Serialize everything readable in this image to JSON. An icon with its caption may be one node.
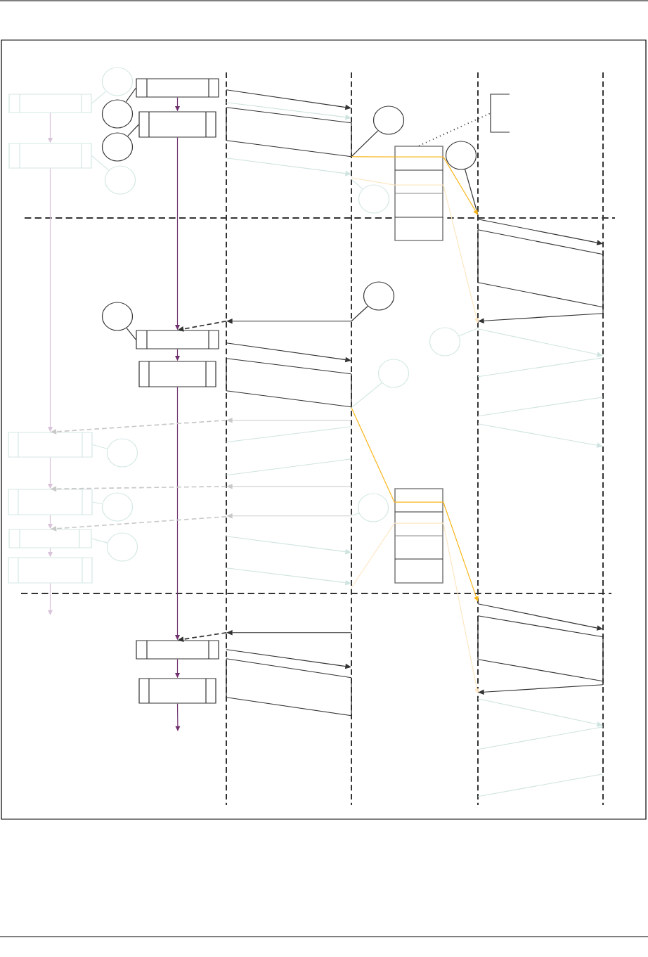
{
  "diagram": {
    "nodes": [
      {
        "text": [],
        "shape": "line"
      },
      {
        "text": [],
        "shape": "line"
      },
      {
        "text": [],
        "shape": "line"
      },
      {
        "text": [],
        "shape": "line"
      },
      {
        "text": [],
        "shape": "circle"
      },
      {
        "text": [],
        "shape": "box"
      },
      {
        "text": [],
        "shape": "box"
      },
      {
        "text": [],
        "shape": "bracket"
      },
      {
        "text": [],
        "shape": "circle"
      },
      {
        "text": [],
        "shape": "box"
      },
      {
        "text": [],
        "shape": "circle"
      },
      {
        "text": [],
        "shape": "circle"
      },
      {
        "text": [],
        "shape": "box"
      },
      {
        "text": [],
        "shape": "box"
      },
      {
        "text": [],
        "shape": "circle"
      },
      {
        "text": [],
        "shape": "circle"
      },
      {
        "text": [],
        "shape": "circle"
      },
      {
        "text": [],
        "shape": "circle"
      },
      {
        "text": [],
        "shape": "circle"
      },
      {
        "text": [],
        "shape": "box"
      },
      {
        "text": [],
        "shape": "circle"
      },
      {
        "text": [],
        "shape": "box"
      },
      {
        "text": [],
        "shape": "circle"
      },
      {
        "text": [],
        "shape": "box"
      },
      {
        "text": [],
        "shape": "circle"
      },
      {
        "text": [],
        "shape": "box"
      },
      {
        "text": [],
        "shape": "box"
      },
      {
        "text": [],
        "shape": "circle"
      },
      {
        "text": [],
        "shape": "circle"
      },
      {
        "text": [],
        "shape": "box"
      },
      {
        "text": [],
        "shape": "circle"
      },
      {
        "text": [],
        "shape": "box"
      },
      {
        "text": [],
        "shape": "box"
      },
      {
        "text": [],
        "shape": "box"
      }
    ],
    "edges": [
      {
        "from": 5,
        "to": 9,
        "arrow": "to",
        "color": "#6e2f6c"
      },
      {
        "from": 9,
        "to": 19,
        "arrow": "to",
        "color": "#6e2f6c"
      },
      {
        "from": 19,
        "to": 21,
        "arrow": "to",
        "color": "#6e2f6c"
      },
      {
        "from": 21,
        "to": 32,
        "arrow": "to",
        "color": "#6e2f6c"
      },
      {
        "from": 32,
        "to": 33,
        "arrow": "to",
        "color": "#6e2f6c"
      },
      {
        "from": 33,
        "to": null,
        "arrow": "to",
        "color": "#6e2f6c"
      },
      {
        "from": 6,
        "to": 12,
        "arrow": "to",
        "color": "#d9c3d9"
      },
      {
        "from": 12,
        "to": 23,
        "arrow": "to",
        "color": "#d9c3d9"
      },
      {
        "from": 23,
        "to": 26,
        "arrow": "to",
        "color": "#d9c3d9"
      },
      {
        "from": 26,
        "to": 29,
        "arrow": "to",
        "color": "#d9c3d9"
      },
      {
        "from": 29,
        "to": 31,
        "arrow": "to",
        "color": "#d9c3d9"
      },
      {
        "from": 31,
        "to": null,
        "arrow": "to",
        "color": "#d9c3d9"
      },
      {
        "from": 4,
        "to": 6,
        "arrow": "none",
        "color": "#d3e8e4"
      },
      {
        "from": 8,
        "to": 5,
        "arrow": "none"
      },
      {
        "from": 11,
        "to": 9,
        "arrow": "none"
      },
      {
        "from": 10,
        "to": 1,
        "arrow": "none"
      },
      {
        "from": 14,
        "to": 2,
        "arrow": "none"
      },
      {
        "from": 15,
        "to": 12,
        "arrow": "none",
        "color": "#d3e8e4"
      },
      {
        "from": 16,
        "to": 1,
        "arrow": "none",
        "color": "#d3e8e4"
      },
      {
        "from": 17,
        "to": 1,
        "arrow": "none"
      },
      {
        "from": 18,
        "to": 19,
        "arrow": "none"
      },
      {
        "from": 20,
        "to": 2,
        "arrow": "none",
        "color": "#d3e8e4"
      },
      {
        "from": 22,
        "to": 1,
        "arrow": "none",
        "color": "#d3e8e4"
      },
      {
        "from": 24,
        "to": 23,
        "arrow": "none",
        "color": "#d3e8e4"
      },
      {
        "from": 27,
        "to": 26,
        "arrow": "none",
        "color": "#d3e8e4"
      },
      {
        "from": 28,
        "to": 1,
        "arrow": "none",
        "color": "#d3e8e4"
      },
      {
        "from": 30,
        "to": 29,
        "arrow": "none",
        "color": "#d3e8e4"
      },
      {
        "from": 0,
        "to": 19,
        "arrow": "to",
        "style": "dashed"
      },
      {
        "from": 0,
        "to": 23,
        "arrow": "to",
        "style": "dashed",
        "color": "#c9c9c9"
      },
      {
        "from": 0,
        "to": 26,
        "arrow": "to",
        "style": "dashed",
        "color": "#c9c9c9"
      },
      {
        "from": 0,
        "to": 29,
        "arrow": "to",
        "style": "dashed",
        "color": "#c9c9c9"
      },
      {
        "from": 0,
        "to": 32,
        "arrow": "to",
        "style": "dashed"
      },
      {
        "from": 1,
        "to": 13,
        "arrow": "none",
        "color": "#f9b61a"
      },
      {
        "from": 13,
        "to": 2,
        "arrow": "to",
        "color": "#f9b61a"
      },
      {
        "from": 1,
        "to": 13,
        "arrow": "none",
        "color": "#fde7c3"
      },
      {
        "from": 13,
        "to": 2,
        "arrow": "to",
        "color": "#fde7c3"
      },
      {
        "from": 1,
        "to": 25,
        "arrow": "none",
        "color": "#f9b61a"
      },
      {
        "from": 25,
        "to": 2,
        "arrow": "to",
        "color": "#f9b61a"
      },
      {
        "from": 1,
        "to": 25,
        "arrow": "none",
        "color": "#fde7c3"
      },
      {
        "from": 25,
        "to": 2,
        "arrow": "to",
        "color": "#fde7c3"
      },
      {
        "from": 13,
        "to": 7,
        "arrow": "none",
        "style": "dashed"
      },
      {
        "from": 0,
        "to": 1,
        "arrow": "to"
      },
      {
        "from": 0,
        "to": 1,
        "arrow": "to",
        "color": "#cfe4e0"
      },
      {
        "from": 0,
        "to": 1,
        "arrow": "to",
        "color": "#cfe4e0"
      },
      {
        "from": 1,
        "to": 0,
        "arrow": "to"
      },
      {
        "from": 0,
        "to": 1,
        "arrow": "to"
      },
      {
        "from": 1,
        "to": 0,
        "arrow": "to",
        "color": "#c9c9c9"
      },
      {
        "from": 1,
        "to": 0,
        "arrow": "to",
        "color": "#c9c9c9"
      },
      {
        "from": 1,
        "to": 0,
        "arrow": "to",
        "color": "#c9c9c9"
      },
      {
        "from": 0,
        "to": 1,
        "arrow": "to",
        "color": "#cfe4e0"
      },
      {
        "from": 0,
        "to": 1,
        "arrow": "to",
        "color": "#cfe4e0"
      },
      {
        "from": 1,
        "to": 0,
        "arrow": "to"
      },
      {
        "from": 0,
        "to": 1,
        "arrow": "to"
      },
      {
        "from": 2,
        "to": 3,
        "arrow": "to"
      },
      {
        "from": 3,
        "to": 2,
        "arrow": "to"
      },
      {
        "from": 2,
        "to": 3,
        "arrow": "to",
        "color": "#cfe4e0"
      },
      {
        "from": 2,
        "to": 3,
        "arrow": "to",
        "color": "#cfe4e0"
      },
      {
        "from": 2,
        "to": 3,
        "arrow": "to"
      },
      {
        "from": 3,
        "to": 2,
        "arrow": "to"
      },
      {
        "from": 2,
        "to": 3,
        "arrow": "to",
        "color": "#cfe4e0"
      },
      {
        "from": 0,
        "to": 1,
        "arrow": "none"
      },
      {
        "from": 0,
        "to": 1,
        "arrow": "none"
      },
      {
        "from": 0,
        "to": 1,
        "arrow": "none"
      },
      {
        "from": 0,
        "to": 1,
        "arrow": "none"
      },
      {
        "from": 0,
        "to": 1,
        "arrow": "none",
        "color": "#cfe4e0"
      },
      {
        "from": 0,
        "to": 1,
        "arrow": "none",
        "color": "#cfe4e0"
      },
      {
        "from": 0,
        "to": 1,
        "arrow": "none"
      },
      {
        "from": 0,
        "to": 1,
        "arrow": "none"
      },
      {
        "from": 2,
        "to": 3,
        "arrow": "none"
      },
      {
        "from": 2,
        "to": 3,
        "arrow": "none"
      },
      {
        "from": 2,
        "to": 3,
        "arrow": "none",
        "color": "#cfe4e0"
      },
      {
        "from": 2,
        "to": 3,
        "arrow": "none",
        "color": "#cfe4e0"
      },
      {
        "from": 2,
        "to": 3,
        "arrow": "none"
      },
      {
        "from": 2,
        "to": 3,
        "arrow": "none"
      },
      {
        "from": 2,
        "to": 3,
        "arrow": "none",
        "color": "#cfe4e0"
      },
      {
        "from": 2,
        "to": 3,
        "arrow": "none",
        "color": "#cfe4e0"
      }
    ]
  }
}
